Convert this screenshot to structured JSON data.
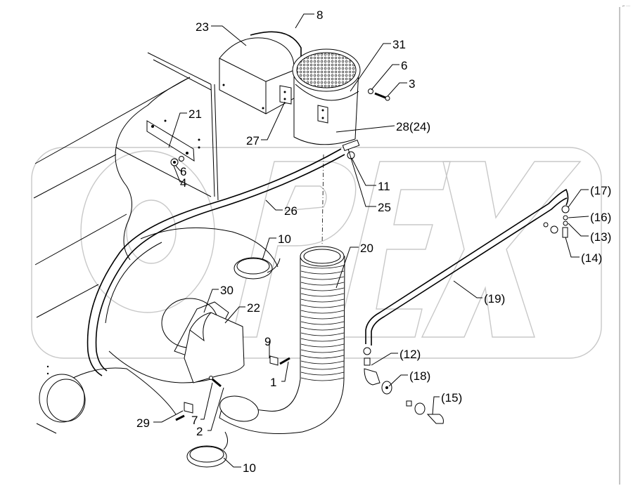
{
  "diagram": {
    "type": "exploded-parts-view",
    "watermark": "OPEX",
    "corner_mark": "⌐ ···",
    "callouts": [
      {
        "id": "c23",
        "text": "23"
      },
      {
        "id": "c8",
        "text": "8"
      },
      {
        "id": "c31",
        "text": "31"
      },
      {
        "id": "c6a",
        "text": "6"
      },
      {
        "id": "c3",
        "text": "3"
      },
      {
        "id": "c21",
        "text": "21"
      },
      {
        "id": "c27",
        "text": "27"
      },
      {
        "id": "c28",
        "text": "28(24)"
      },
      {
        "id": "c6b",
        "text": "6"
      },
      {
        "id": "c4",
        "text": "4"
      },
      {
        "id": "c11",
        "text": "11"
      },
      {
        "id": "c25",
        "text": "25"
      },
      {
        "id": "c26",
        "text": "26"
      },
      {
        "id": "c17",
        "text": "(17)"
      },
      {
        "id": "c16",
        "text": "(16)"
      },
      {
        "id": "c13",
        "text": "(13)"
      },
      {
        "id": "c14",
        "text": "(14)"
      },
      {
        "id": "c10a",
        "text": "10"
      },
      {
        "id": "c20",
        "text": "20"
      },
      {
        "id": "c19",
        "text": "(19)"
      },
      {
        "id": "c30",
        "text": "30"
      },
      {
        "id": "c22",
        "text": "22"
      },
      {
        "id": "c9",
        "text": "9"
      },
      {
        "id": "c1",
        "text": "1"
      },
      {
        "id": "c12",
        "text": "(12)"
      },
      {
        "id": "c18",
        "text": "(18)"
      },
      {
        "id": "c15",
        "text": "(15)"
      },
      {
        "id": "c29",
        "text": "29"
      },
      {
        "id": "c7",
        "text": "7"
      },
      {
        "id": "c2",
        "text": "2"
      },
      {
        "id": "c10b",
        "text": "10"
      }
    ]
  }
}
